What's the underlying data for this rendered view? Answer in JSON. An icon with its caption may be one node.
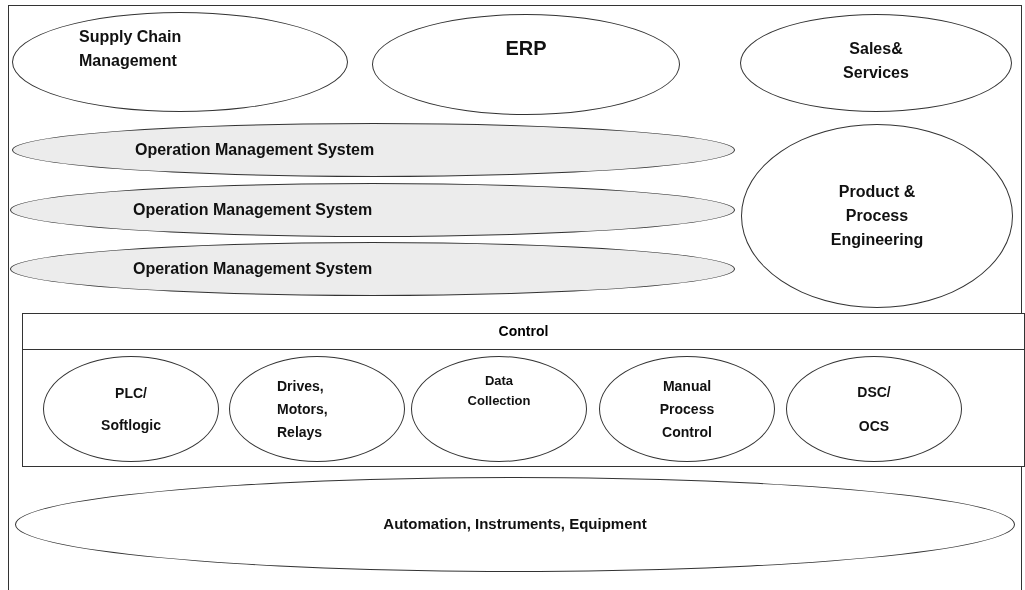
{
  "diagram": {
    "nodes": [
      {
        "text": [
          "Supply Chain Management"
        ]
      },
      {
        "text": [
          "ERP"
        ]
      },
      {
        "text": [
          "Sales& Services"
        ]
      },
      {
        "text": [
          "Operation Management System"
        ]
      },
      {
        "text": [
          "Operation Management System"
        ]
      },
      {
        "text": [
          "Operation Management System"
        ]
      },
      {
        "text": [
          "Product & Process Engineering"
        ]
      },
      {
        "text": [
          "Control"
        ]
      },
      {
        "text": [
          "PLC/ Softlogic"
        ],
        "in": 7
      },
      {
        "text": [
          "Drives, Motors, Relays"
        ],
        "in": 7
      },
      {
        "text": [
          "Data Collection"
        ],
        "in": 7
      },
      {
        "text": [
          "Manual Process Control"
        ],
        "in": 7
      },
      {
        "text": [
          "DSC/ OCS"
        ],
        "in": 7
      },
      {
        "text": [
          "Automation, Instruments, Equipment"
        ]
      }
    ]
  }
}
